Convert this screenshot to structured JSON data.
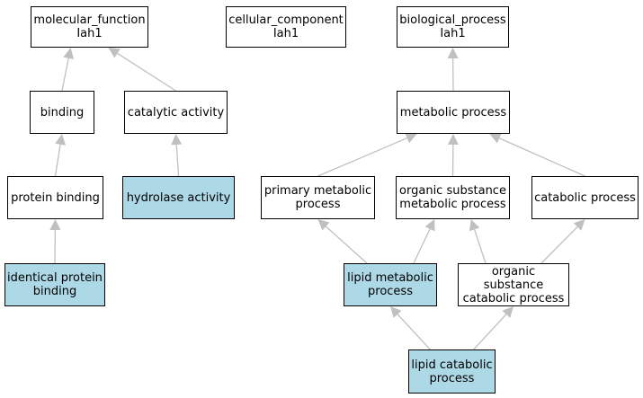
{
  "colors": {
    "node_fill": "#ffffff",
    "highlight_fill": "#add8e6",
    "node_border": "#000000",
    "edge": "#c0c0c0"
  },
  "nodes": {
    "mf": {
      "label": "molecular_function\nIah1",
      "highlight": false
    },
    "cc": {
      "label": "cellular_component\nIah1",
      "highlight": false
    },
    "bp": {
      "label": "biological_process\nIah1",
      "highlight": false
    },
    "binding": {
      "label": "binding",
      "highlight": false
    },
    "catalytic": {
      "label": "catalytic activity",
      "highlight": false
    },
    "metabolic": {
      "label": "metabolic process",
      "highlight": false
    },
    "protein_binding": {
      "label": "protein binding",
      "highlight": false
    },
    "hydrolase": {
      "label": "hydrolase activity",
      "highlight": true
    },
    "primary_metabolic": {
      "label": "primary metabolic\nprocess",
      "highlight": false
    },
    "organic_metabolic": {
      "label": "organic substance\nmetabolic process",
      "highlight": false
    },
    "catabolic": {
      "label": "catabolic process",
      "highlight": false
    },
    "identical_binding": {
      "label": "identical protein\nbinding",
      "highlight": true
    },
    "lipid_metabolic": {
      "label": "lipid metabolic\nprocess",
      "highlight": true
    },
    "organic_catabolic": {
      "label": "organic substance\ncatabolic process",
      "highlight": false
    },
    "lipid_catabolic": {
      "label": "lipid catabolic\nprocess",
      "highlight": true
    }
  },
  "edges": [
    {
      "from": "binding",
      "to": "mf"
    },
    {
      "from": "catalytic",
      "to": "mf"
    },
    {
      "from": "protein_binding",
      "to": "binding"
    },
    {
      "from": "hydrolase",
      "to": "catalytic"
    },
    {
      "from": "identical_binding",
      "to": "protein_binding"
    },
    {
      "from": "metabolic",
      "to": "bp"
    },
    {
      "from": "primary_metabolic",
      "to": "metabolic"
    },
    {
      "from": "organic_metabolic",
      "to": "metabolic"
    },
    {
      "from": "catabolic",
      "to": "metabolic"
    },
    {
      "from": "lipid_metabolic",
      "to": "primary_metabolic"
    },
    {
      "from": "lipid_metabolic",
      "to": "organic_metabolic"
    },
    {
      "from": "organic_catabolic",
      "to": "organic_metabolic"
    },
    {
      "from": "organic_catabolic",
      "to": "catabolic"
    },
    {
      "from": "lipid_catabolic",
      "to": "lipid_metabolic"
    },
    {
      "from": "lipid_catabolic",
      "to": "organic_catabolic"
    }
  ]
}
